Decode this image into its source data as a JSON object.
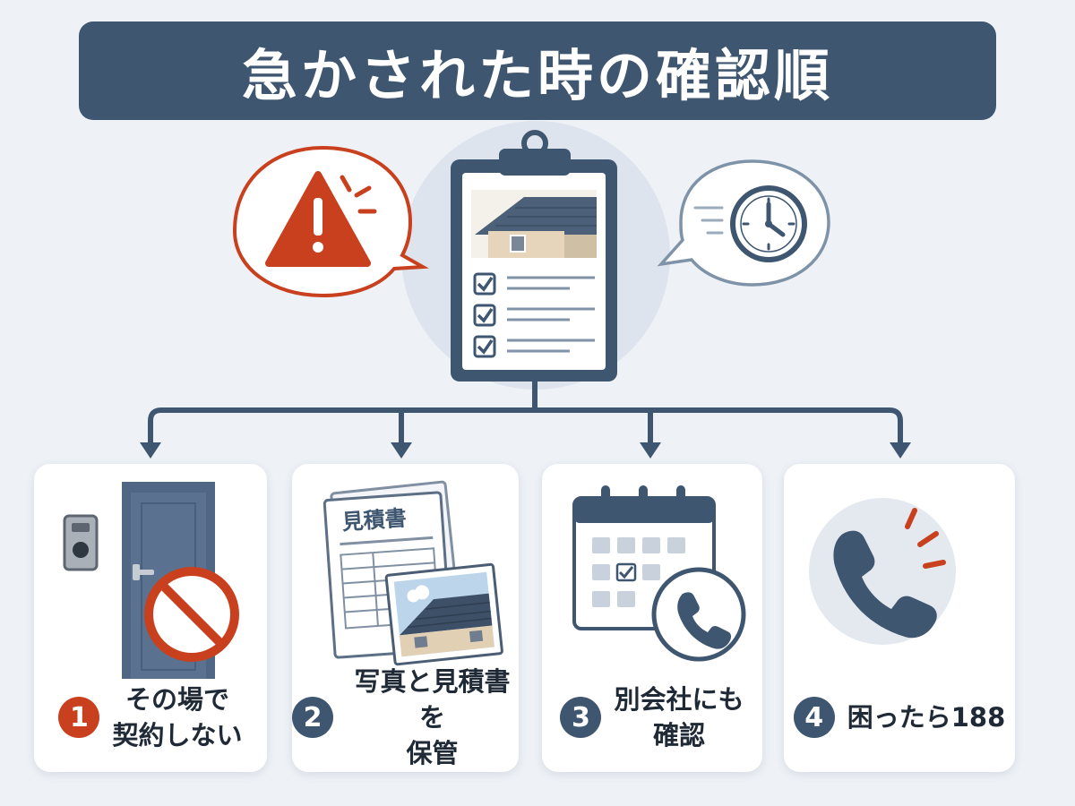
{
  "title": "急かされた時の確認順",
  "estimate_doc_label": "見積書",
  "colors": {
    "navy": "#3f5670",
    "alert_red": "#c9401e",
    "card_bg": "#ffffff",
    "page_bg": "#eef2f7"
  },
  "hero": {
    "left_bubble_icon": "warning-icon",
    "center_icon": "clipboard-checklist-icon",
    "right_bubble_icon": "clock-icon"
  },
  "steps": [
    {
      "number": "1",
      "label": "その場で\n契約しない",
      "icon": "door-prohibited-icon"
    },
    {
      "number": "2",
      "label": "写真と見積書を\n保管",
      "icon": "documents-photo-icon"
    },
    {
      "number": "3",
      "label": "別会社にも\n確認",
      "icon": "calendar-phone-icon"
    },
    {
      "number": "4",
      "label": "困ったら188",
      "icon": "phone-call-icon"
    }
  ]
}
